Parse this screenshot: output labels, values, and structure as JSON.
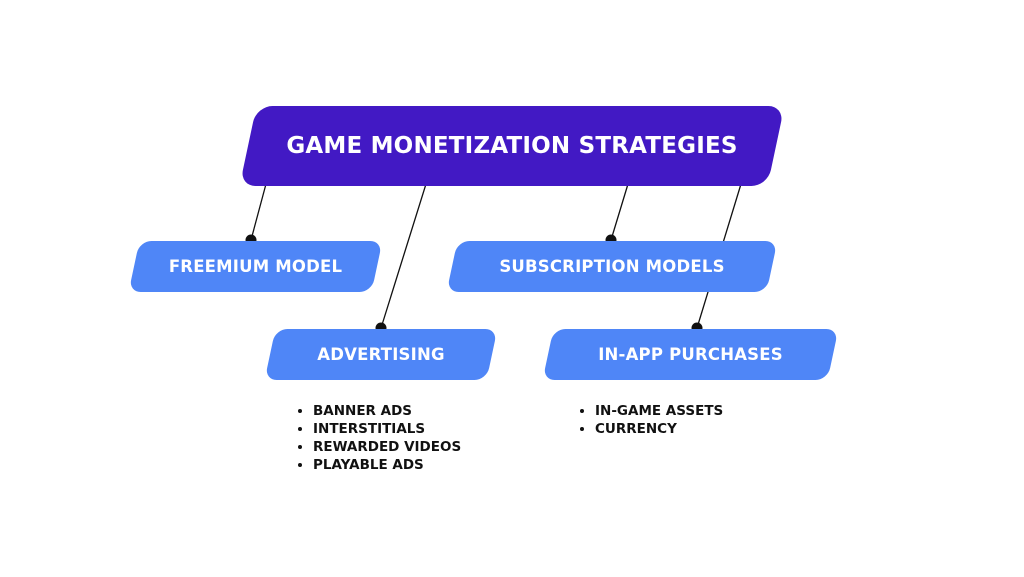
{
  "root": {
    "title": "GAME MONETIZATION STRATEGIES"
  },
  "nodes": {
    "freemium": "FREEMIUM MODEL",
    "subscription": "SUBSCRIPTION MODELS",
    "advertising": "ADVERTISING",
    "iap": "IN-APP PURCHASES"
  },
  "lists": {
    "advertising": [
      "BANNER ADS",
      "INTERSTITIALS",
      "REWARDED VIDEOS",
      "PLAYABLE ADS"
    ],
    "iap": [
      "IN-GAME ASSETS",
      "CURRENCY"
    ]
  },
  "colors": {
    "root": "#4219C4",
    "child": "#4F86F7",
    "text_light": "#FFFFFF",
    "text_dark": "#111111",
    "connector": "#111111"
  }
}
